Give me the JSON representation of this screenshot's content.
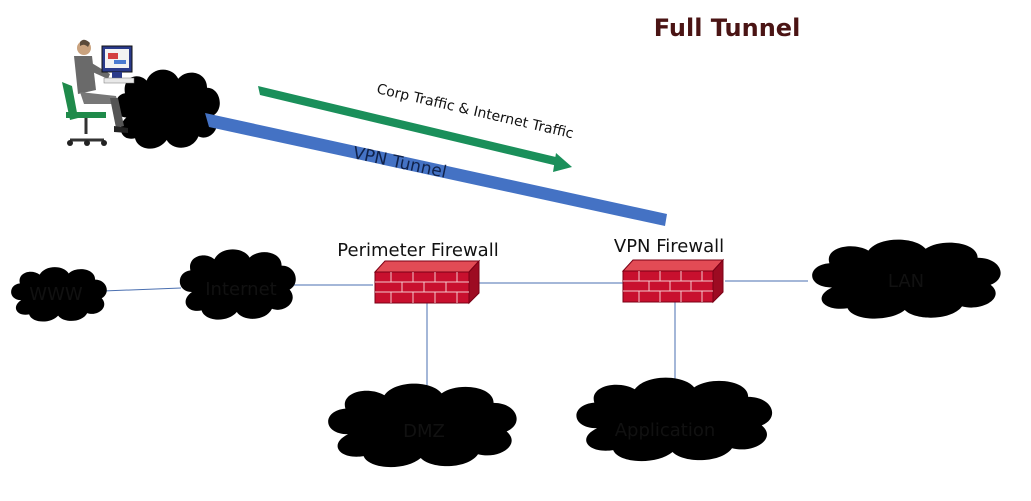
{
  "title": "Full Tunnel",
  "tunnel_label": "VPN Tunnel",
  "traffic_label": "Corp Traffic  &  Internet Traffic",
  "nodes": {
    "www": "WWW",
    "internet": "Internet",
    "lan": "LAN",
    "dmz": "DMZ",
    "application": "Application"
  },
  "firewalls": {
    "perimeter": "Perimeter Firewall",
    "vpn": "VPN Firewall"
  },
  "colors": {
    "tunnel": "#4472c4",
    "traffic_arrow": "#1a8f5a",
    "firewall": "#c8102e",
    "cloud": "#c9c9c9",
    "link": "#4a6fb0",
    "title": "#4a1414"
  },
  "icons": {
    "user": "person-at-computer-icon",
    "firewall": "brick-firewall-icon",
    "cloud": "cloud-icon"
  }
}
